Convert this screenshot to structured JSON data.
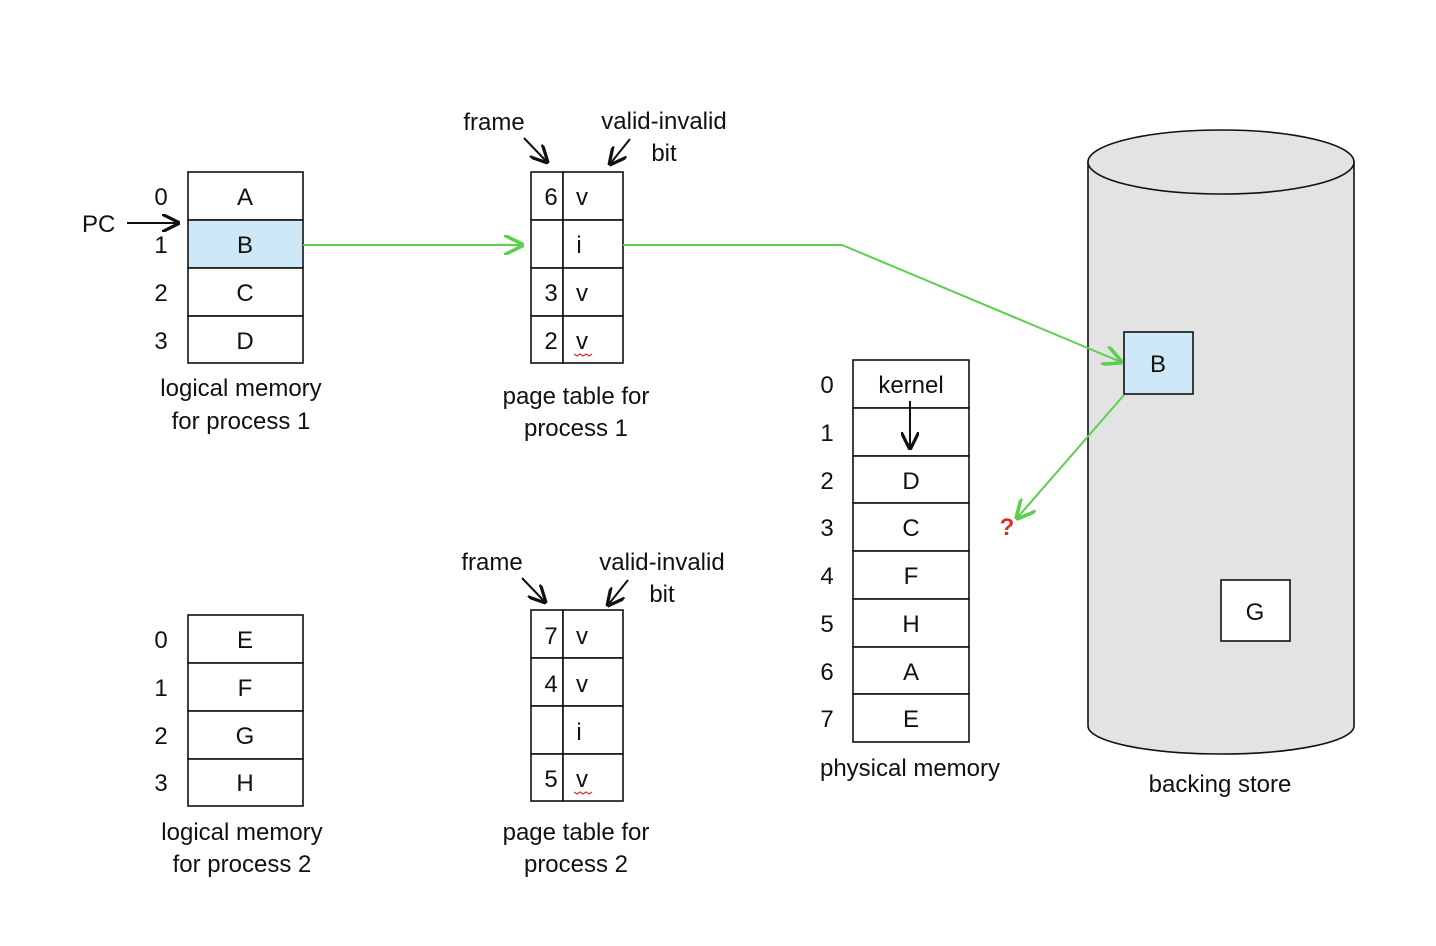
{
  "pc_label": "PC",
  "logical_memory_1": {
    "caption_line1": "logical memory",
    "caption_line2": "for process 1",
    "rows": [
      {
        "index": "0",
        "content": "A"
      },
      {
        "index": "1",
        "content": "B"
      },
      {
        "index": "2",
        "content": "C"
      },
      {
        "index": "3",
        "content": "D"
      }
    ]
  },
  "page_table_1": {
    "frame_label": "frame",
    "valid_label_line1": "valid-invalid",
    "valid_label_line2": "bit",
    "caption_line1": "page table for",
    "caption_line2": "process 1",
    "rows": [
      {
        "frame": "6",
        "bit": "v"
      },
      {
        "frame": "",
        "bit": "i"
      },
      {
        "frame": "3",
        "bit": "v"
      },
      {
        "frame": "2",
        "bit": "v"
      }
    ]
  },
  "logical_memory_2": {
    "caption_line1": "logical memory",
    "caption_line2": "for process 2",
    "rows": [
      {
        "index": "0",
        "content": "E"
      },
      {
        "index": "1",
        "content": "F"
      },
      {
        "index": "2",
        "content": "G"
      },
      {
        "index": "3",
        "content": "H"
      }
    ]
  },
  "page_table_2": {
    "frame_label": "frame",
    "valid_label_line1": "valid-invalid",
    "valid_label_line2": "bit",
    "caption_line1": "page table for",
    "caption_line2": "process 2",
    "rows": [
      {
        "frame": "7",
        "bit": "v"
      },
      {
        "frame": "4",
        "bit": "v"
      },
      {
        "frame": "",
        "bit": "i"
      },
      {
        "frame": "5",
        "bit": "v"
      }
    ]
  },
  "physical_memory": {
    "caption": "physical memory",
    "rows": [
      {
        "index": "0",
        "content": "kernel"
      },
      {
        "index": "1",
        "content": ""
      },
      {
        "index": "2",
        "content": "D"
      },
      {
        "index": "3",
        "content": "C"
      },
      {
        "index": "4",
        "content": "F"
      },
      {
        "index": "5",
        "content": "H"
      },
      {
        "index": "6",
        "content": "A"
      },
      {
        "index": "7",
        "content": "E"
      }
    ]
  },
  "backing_store": {
    "caption": "backing store",
    "page_b": "B",
    "page_g": "G"
  },
  "question_mark": "?",
  "colors": {
    "highlight": "#cfe8f7",
    "arrow_green": "#5ccf4e",
    "question_red": "#d9302c",
    "cylinder_fill": "#e3e3e3"
  }
}
